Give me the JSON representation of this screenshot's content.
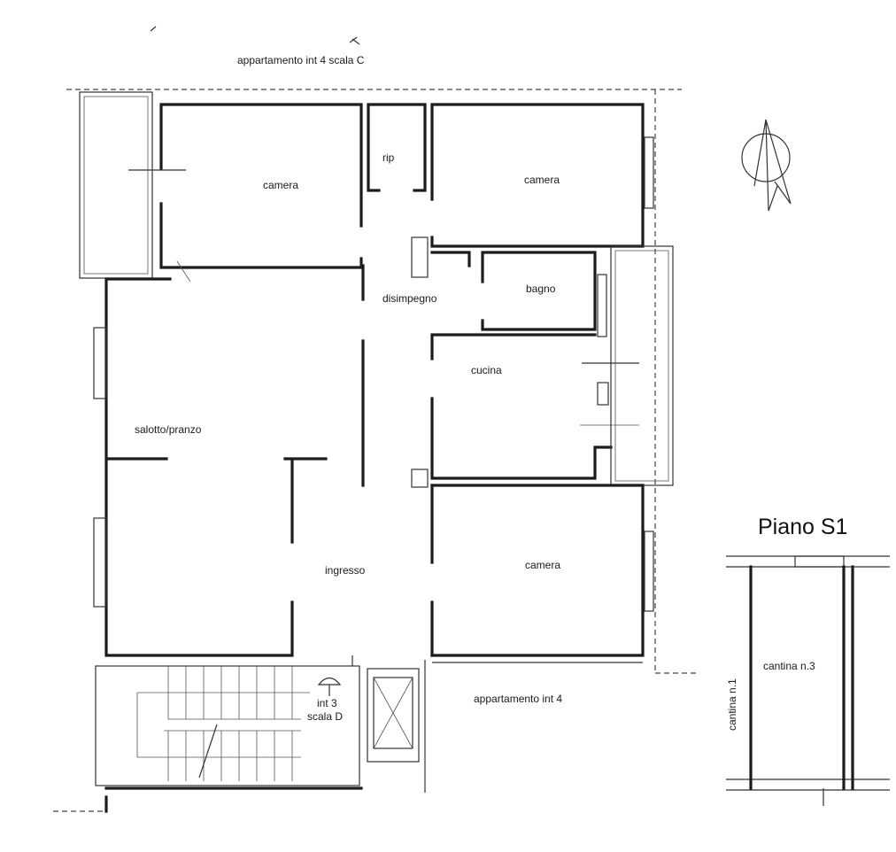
{
  "labels": {
    "neighbor_top": "appartamento int 4 scala C",
    "room_camera_1": "camera",
    "room_rip": "rip",
    "room_camera_2": "camera",
    "room_disimpegno": "disimpegno",
    "room_bagno": "bagno",
    "room_cucina": "cucina",
    "room_salotto": "salotto/pranzo",
    "room_ingresso": "ingresso",
    "room_camera_3": "camera",
    "stair_int": "int 3",
    "stair_scala": "scala D",
    "neighbor_bottom": "appartamento int 4",
    "floor_title": "Piano S1",
    "cellar_3": "cantina n.3",
    "cellar_1": "cantina n.1"
  },
  "icons": {
    "north_arrow": "north-arrow-icon",
    "stair_symbol": "umbrella-stair-icon"
  },
  "colors": {
    "ink": "#1c1c1c",
    "paper": "#ffffff"
  }
}
